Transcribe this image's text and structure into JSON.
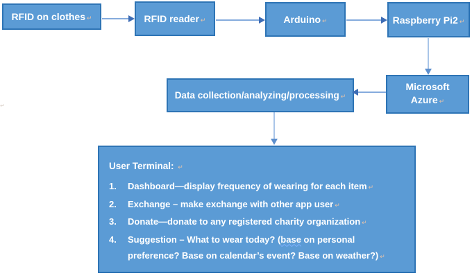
{
  "diagram": {
    "nodes": {
      "rfid_clothes": {
        "label": "RFID on clothes"
      },
      "rfid_reader": {
        "label": "RFID reader"
      },
      "arduino": {
        "label": "Arduino"
      },
      "raspberry": {
        "label": "Raspberry Pi2"
      },
      "azure": {
        "line1": "Microsoft",
        "line2": "Azure"
      },
      "data_processing": {
        "label": "Data collection/analyzing/processing"
      },
      "user_terminal": {
        "title": "User Terminal:",
        "items": [
          {
            "num": "1.",
            "text": "Dashboard—display frequency of wearing for each item"
          },
          {
            "num": "2.",
            "text": "Exchange – make exchange with other app user"
          },
          {
            "num": "3.",
            "text": "Donate—donate to any registered charity organization"
          },
          {
            "num": "4.",
            "line1_prefix": "Suggestion – What to wear today? (",
            "spellcheck_word": "base",
            "line1_suffix": " on personal",
            "line2": "preference? Base on calendar’s event? Base on weather?)"
          }
        ]
      }
    },
    "return_mark": "↵",
    "colors": {
      "box_fill": "#5b9bd5",
      "box_border": "#2e74b5",
      "connector_line": "#85abdd",
      "arrowhead": "#3e6db5",
      "text": "#ffffff",
      "return_mark": "#e4c3ab",
      "spellcheck_underline": "#7fb2ff"
    }
  }
}
